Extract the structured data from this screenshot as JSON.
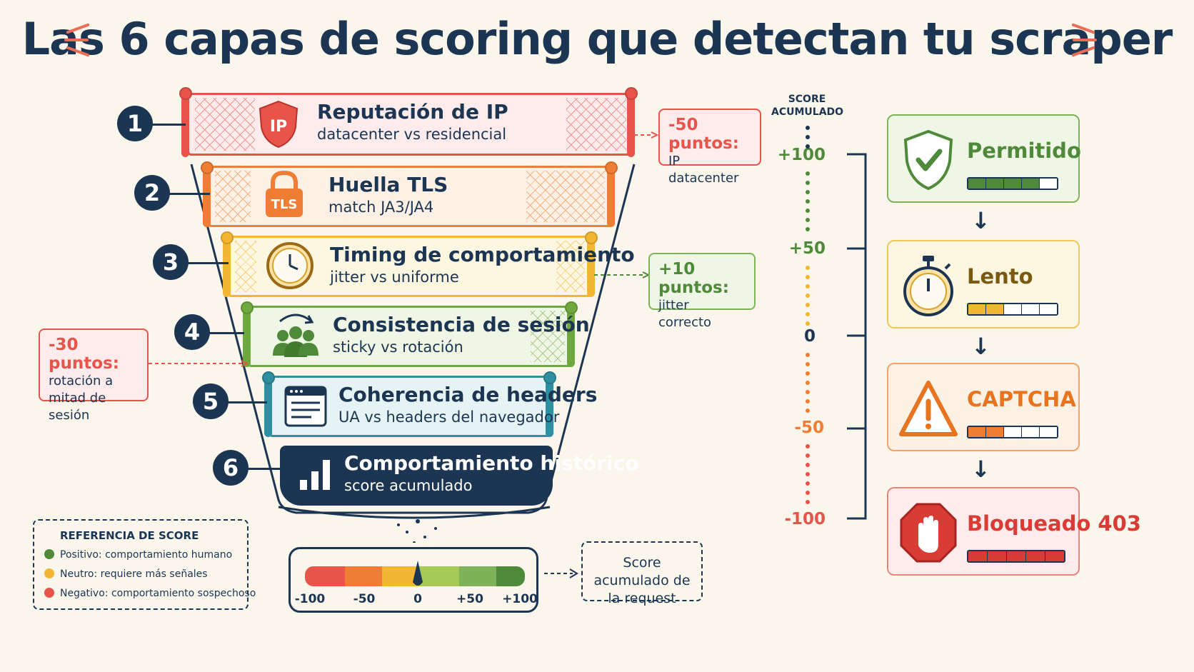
{
  "title": "Las 6 capas de scoring que detectan tu scraper",
  "layers": [
    {
      "num": "1",
      "name": "Reputación de IP",
      "desc": "datacenter vs residencial",
      "icon_text": "IP",
      "color": "#e8534a",
      "tint": "#fdeceb"
    },
    {
      "num": "2",
      "name": "Huella TLS",
      "desc": "match JA3/JA4",
      "icon_text": "TLS",
      "color": "#f07d34",
      "tint": "#fdf0e4"
    },
    {
      "num": "3",
      "name": "Timing de comportamiento",
      "desc": "jitter vs uniforme",
      "color": "#f2b632",
      "tint": "#fdf6e1"
    },
    {
      "num": "4",
      "name": "Consistencia de sesión",
      "desc": "sticky vs rotación",
      "color": "#6fa83f",
      "tint": "#f0f6e5"
    },
    {
      "num": "5",
      "name": "Coherencia de headers",
      "desc": "UA vs headers del navegador",
      "color": "#2e8fa0",
      "tint": "#e6f3f4"
    },
    {
      "num": "6",
      "name": "Comportamiento histórico",
      "desc": "score acumulado",
      "color": "#1b3552",
      "tint": "#1b3552"
    }
  ],
  "callouts": {
    "ip": {
      "points": "-50 puntos:",
      "text": "IP datacenter",
      "color": "#e8534a"
    },
    "timing": {
      "points": "+10 puntos:",
      "text": "jitter correcto",
      "color": "#4f8a3a"
    },
    "session": {
      "points": "-30 puntos:",
      "text": "rotación a mitad de sesión",
      "color": "#e8534a"
    }
  },
  "legend": {
    "title": "REFERENCIA DE SCORE",
    "items": [
      {
        "label": "Positivo: comportamiento humano",
        "color": "#4f8a3a"
      },
      {
        "label": "Neutro: requiere más señales",
        "color": "#f2b632"
      },
      {
        "label": "Negativo: comportamiento sospechoso",
        "color": "#e8534a"
      }
    ]
  },
  "gauge": {
    "ticks": [
      "-100",
      "-50",
      "0",
      "+50",
      "+100"
    ],
    "note": "Score acumulado de la request"
  },
  "axis": {
    "title": "SCORE ACUMULADO",
    "labels": [
      {
        "text": "+100",
        "color": "#4f8a3a"
      },
      {
        "text": "+50",
        "color": "#4f8a3a"
      },
      {
        "text": "0",
        "color": "#1b3552"
      },
      {
        "text": "-50",
        "color": "#f07d34"
      },
      {
        "text": "-100",
        "color": "#e8534a"
      }
    ]
  },
  "outcomes": [
    {
      "name": "Permitido",
      "icon": "shield-check-icon",
      "color": "#4f8a3a",
      "border": "#7fb35a",
      "bg": "#f0f6e5",
      "fill": 4
    },
    {
      "name": "Lento",
      "icon": "stopwatch-icon",
      "color": "#7a5a10",
      "border": "#f2c75a",
      "bg": "#fdf6e1",
      "fill": 2
    },
    {
      "name": "CAPTCHA",
      "icon": "warning-icon",
      "color": "#e8741f",
      "border": "#f5a36a",
      "bg": "#fdf0e4",
      "fill": 2
    },
    {
      "name": "Bloqueado 403",
      "icon": "stop-hand-icon",
      "color": "#d93b35",
      "border": "#e8847e",
      "bg": "#fdeceb",
      "fill": 5
    }
  ]
}
